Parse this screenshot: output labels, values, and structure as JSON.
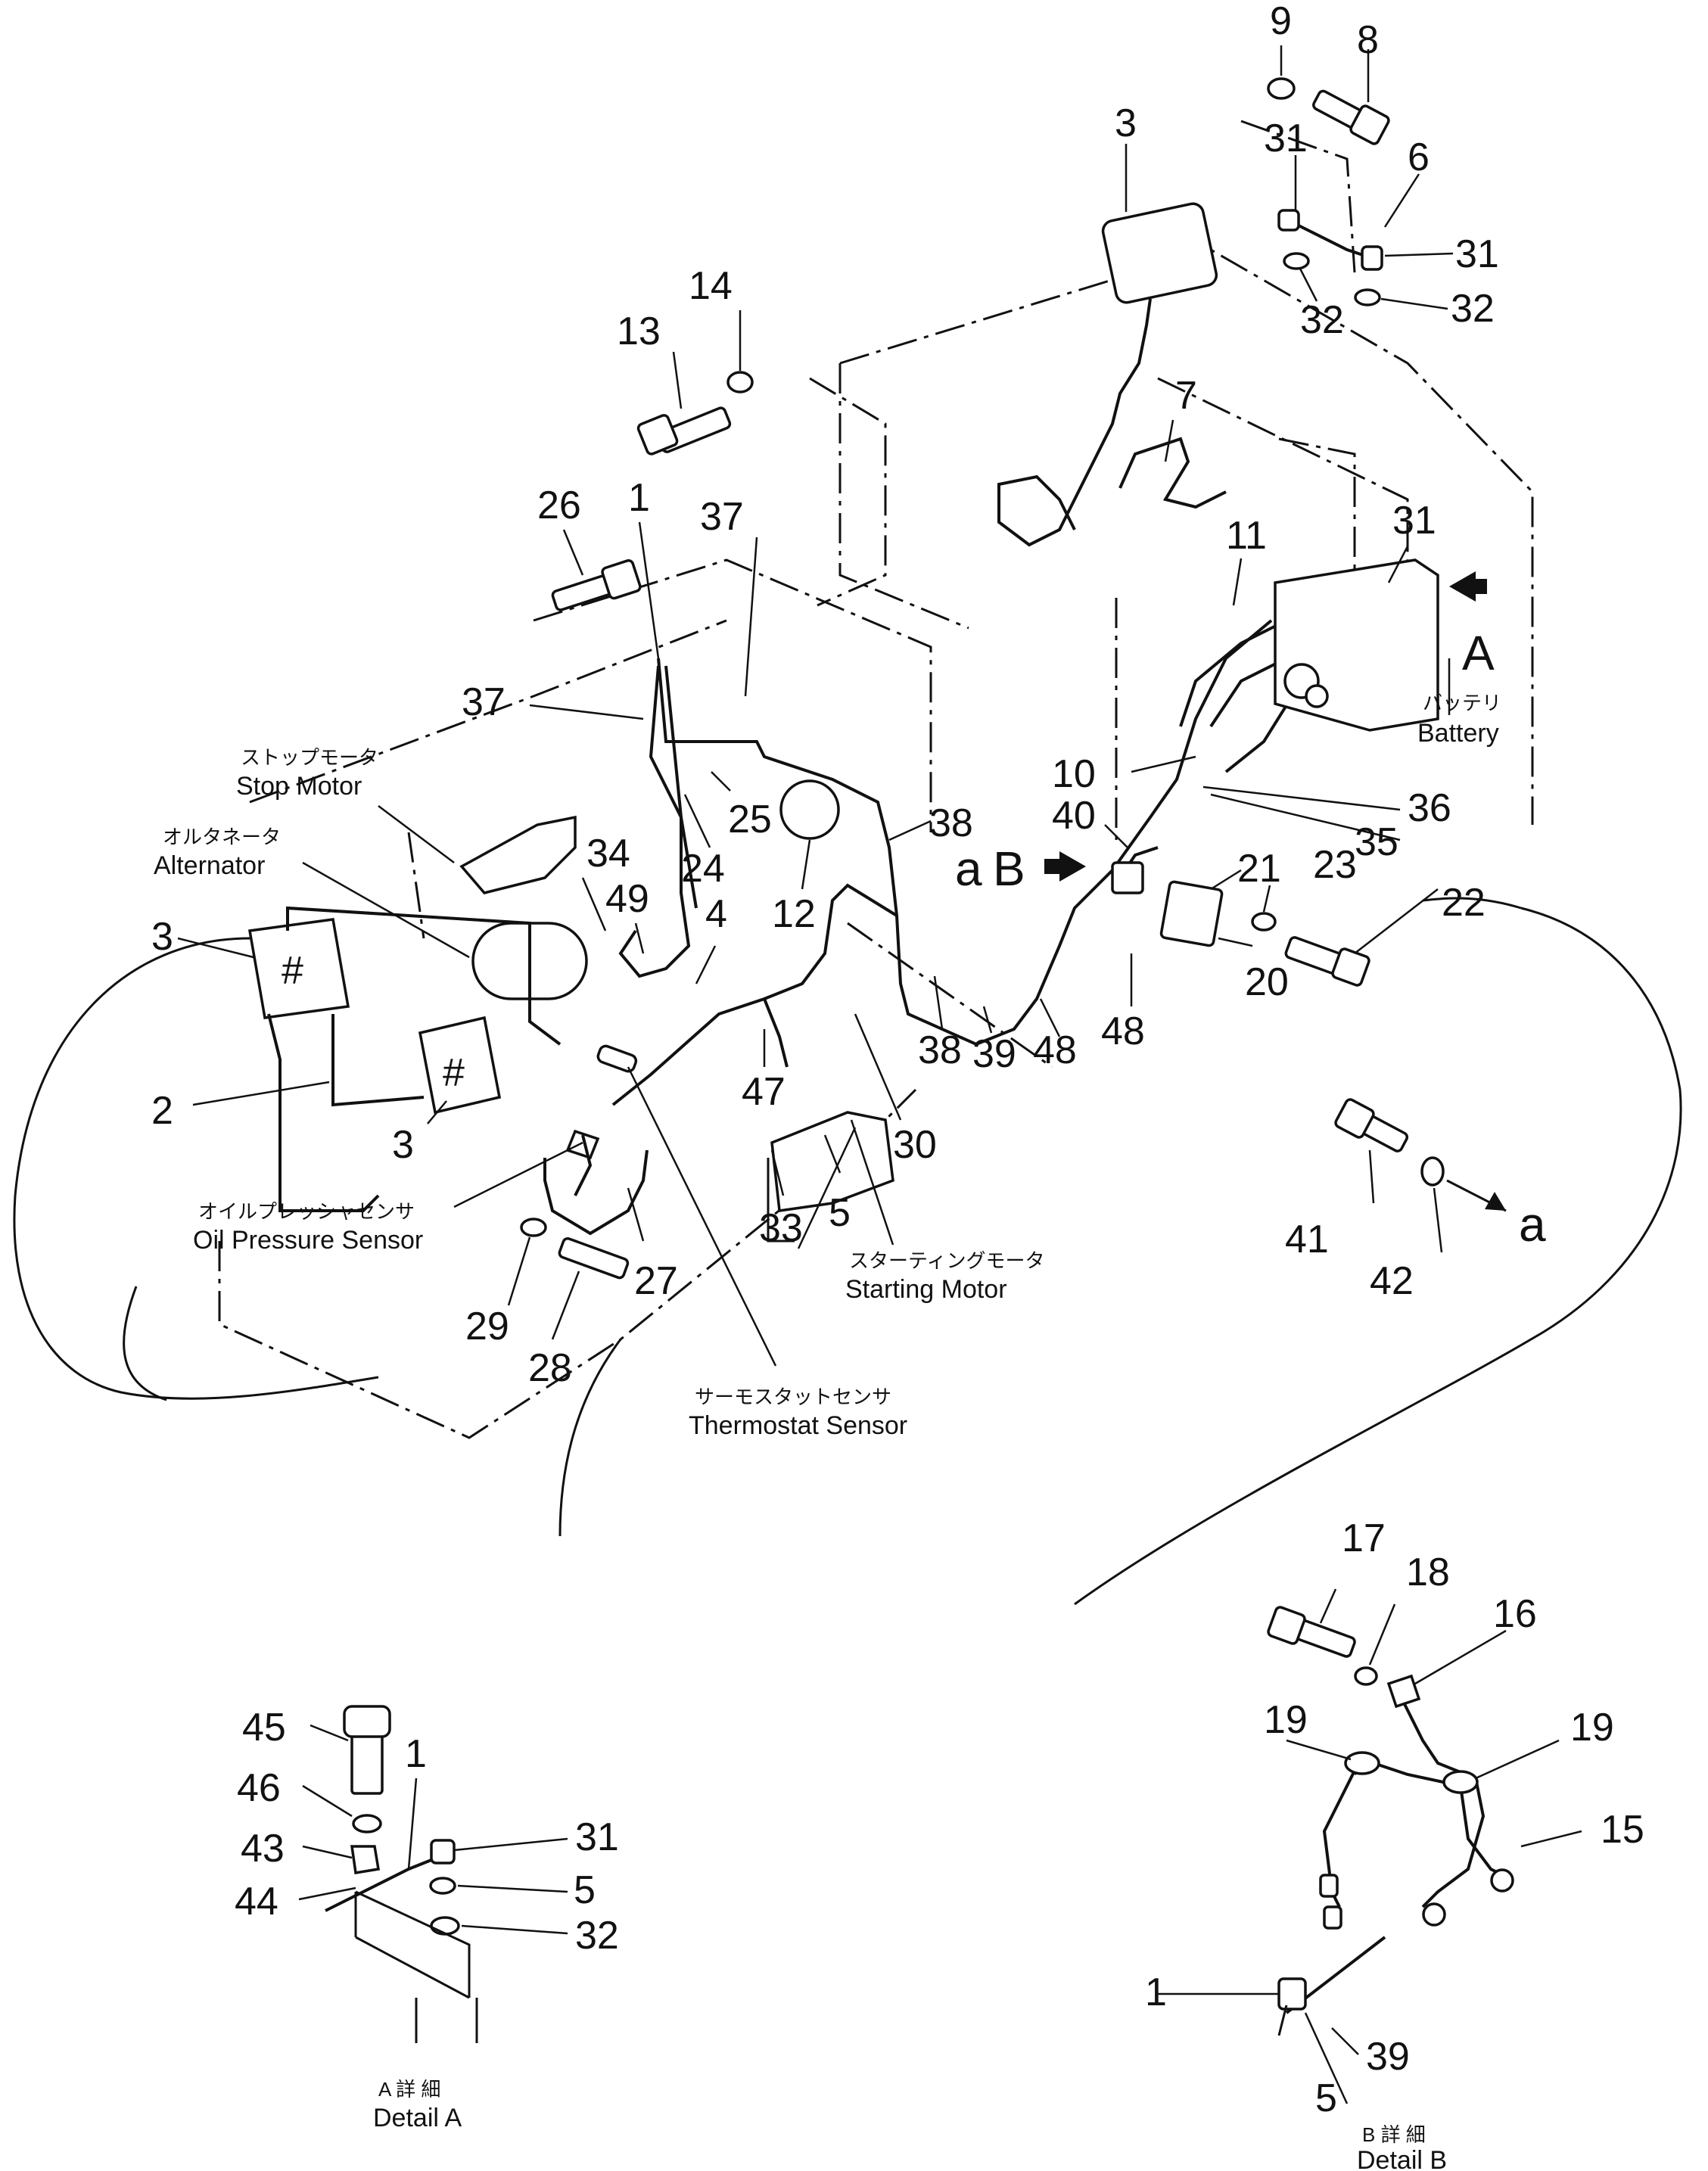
{
  "diagram": {
    "labels": {
      "stop_motor_jp": "ストップモータ",
      "stop_motor_en": "Stop Motor",
      "alternator_jp": "オルタネータ",
      "alternator_en": "Alternator",
      "oil_sensor_jp": "オイルプレッシャセンサ",
      "oil_sensor_en": "Oil Pressure Sensor",
      "thermo_jp": "サーモスタットセンサ",
      "thermo_en": "Thermostat Sensor",
      "starting_jp": "スターティングモータ",
      "starting_en": "Starting Motor",
      "battery_jp": "バッテリ",
      "battery_en": "Battery",
      "view_a": "A",
      "view_b": "B",
      "ref_a_upper": "a",
      "ref_a_lower": "a",
      "detail_a_jp": "A 詳 細",
      "detail_a_en": "Detail A",
      "detail_b_jp": "B 詳 細",
      "detail_b_en": "Detail B"
    },
    "callouts": {
      "n9": "9",
      "n8": "8",
      "n3_top": "3",
      "n31_a": "31",
      "n6": "6",
      "n31_b": "31",
      "n32_a": "32",
      "n32_b": "32",
      "n14": "14",
      "n13": "13",
      "n7": "7",
      "n26": "26",
      "n1_main": "1",
      "n37_a": "37",
      "n11": "11",
      "n31_c": "31",
      "n37_b": "37",
      "n10": "10",
      "n36": "36",
      "n25": "25",
      "n24": "24",
      "n40": "40",
      "n35": "35",
      "n38_a": "38",
      "n34": "34",
      "n49": "49",
      "n21": "21",
      "n23": "23",
      "n22": "22",
      "n3_left": "3",
      "n4": "4",
      "n12": "12",
      "n20": "20",
      "n48_a": "48",
      "n2": "2",
      "n3_low": "3",
      "n47": "47",
      "n38_b": "38",
      "n39": "39",
      "n48_b": "48",
      "n30": "30",
      "n41": "41",
      "n42": "42",
      "n33": "33",
      "n5": "5",
      "n27": "27",
      "n29": "29",
      "n28": "28",
      "n17": "17",
      "n18": "18",
      "n16": "16",
      "n19_a": "19",
      "n19_b": "19",
      "n15": "15",
      "n1_b": "1",
      "n39_b": "39",
      "n5_b": "5",
      "n45": "45",
      "n46": "46",
      "n1_a": "1",
      "n31_d": "31",
      "n43": "43",
      "n5_a": "5",
      "n44": "44",
      "n32_c": "32"
    }
  }
}
